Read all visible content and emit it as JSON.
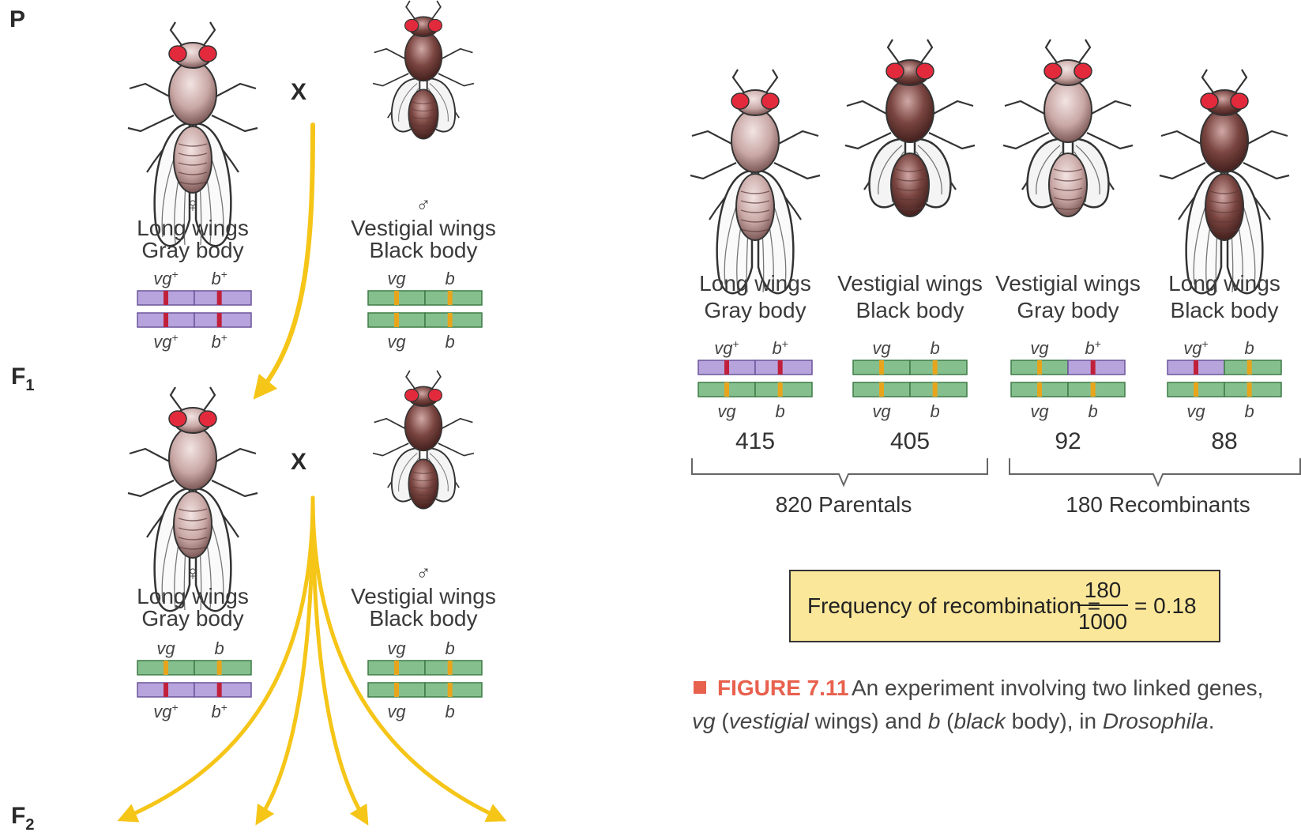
{
  "generations": {
    "p": "P",
    "f1": "F",
    "f1_sub": "1",
    "f2": "F",
    "f2_sub": "2"
  },
  "cross_symbol": "X",
  "sex": {
    "female": "♀",
    "male": "♂"
  },
  "phenotypes": {
    "long_wings": "Long wings",
    "gray_body": "Gray body",
    "vestigial_wings": "Vestigial wings",
    "black_body": "Black body"
  },
  "alleles": {
    "vg_plus": "vg",
    "b_plus": "b",
    "plus": "+",
    "vg": "vg",
    "b": "b"
  },
  "progeny": [
    {
      "line1": "Long wings",
      "line2": "Gray body",
      "count": "415"
    },
    {
      "line1": "Vestigial wings",
      "line2": "Black body",
      "count": "405"
    },
    {
      "line1": "Vestigial wings",
      "line2": "Gray body",
      "count": "92"
    },
    {
      "line1": "Long wings",
      "line2": "Black body",
      "count": "88"
    }
  ],
  "groups": {
    "parentals": "820 Parentals",
    "recombinants": "180 Recombinants"
  },
  "formula": {
    "label": "Frequency of recombination =",
    "numerator": "180",
    "denominator": "1000",
    "result": "= 0.18"
  },
  "caption": {
    "figure_label": "FIGURE 7.11",
    "text1": "An experiment involving two linked genes,",
    "vg": "vg",
    "paren_open": " (",
    "vestigial": "vestigial",
    "wings_and": " wings) and ",
    "b": "b",
    "paren_open2": " (",
    "black": "black",
    "body_in": " body), in ",
    "drosophila": "Drosophila",
    "period": "."
  },
  "colors": {
    "wildtype_chrom": "#b8a4dc",
    "mutant_chrom": "#86bf8e",
    "wildtype_marker": "#c0203a",
    "mutant_marker": "#e8a51c",
    "arrow": "#f5c518",
    "formula_box": "#fbe79a",
    "caption_accent": "#e8614e"
  }
}
